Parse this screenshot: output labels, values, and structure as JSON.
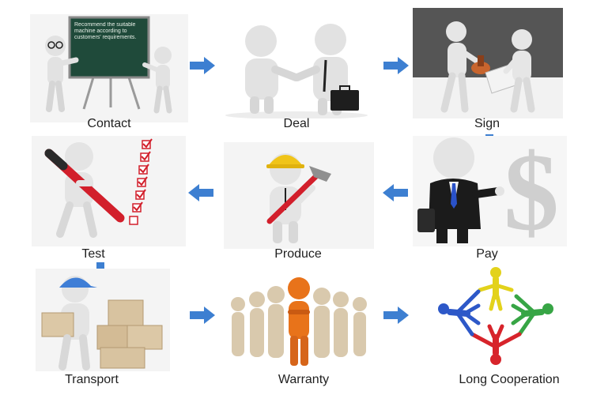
{
  "steps": [
    {
      "label": "Contact",
      "board_text": "Recommend the suitable machine according to customers' requirements."
    },
    {
      "label": "Deal"
    },
    {
      "label": "Sign"
    },
    {
      "label": "Pay"
    },
    {
      "label": "Produce"
    },
    {
      "label": "Test"
    },
    {
      "label": "Transport"
    },
    {
      "label": "Warranty"
    },
    {
      "label": "Long Cooperation"
    }
  ],
  "colors": {
    "arrow": "#3d7fd1",
    "figure": "#e2e2e2",
    "figure_shade": "#c4c4c4",
    "board": "#1f4a3a",
    "sign_bg": "#555555",
    "helmet": "#f0c419",
    "pen": "#d21f2b",
    "box": "#d8c3a0",
    "cap": "#3f7ed6",
    "leader": "#e8731a",
    "ring_yellow": "#e3d21b",
    "ring_green": "#37a545",
    "ring_red": "#d7242b",
    "ring_blue": "#2d58c8"
  },
  "icons": [
    "right-arrow-icon",
    "down-arrow-icon",
    "left-arrow-icon"
  ]
}
